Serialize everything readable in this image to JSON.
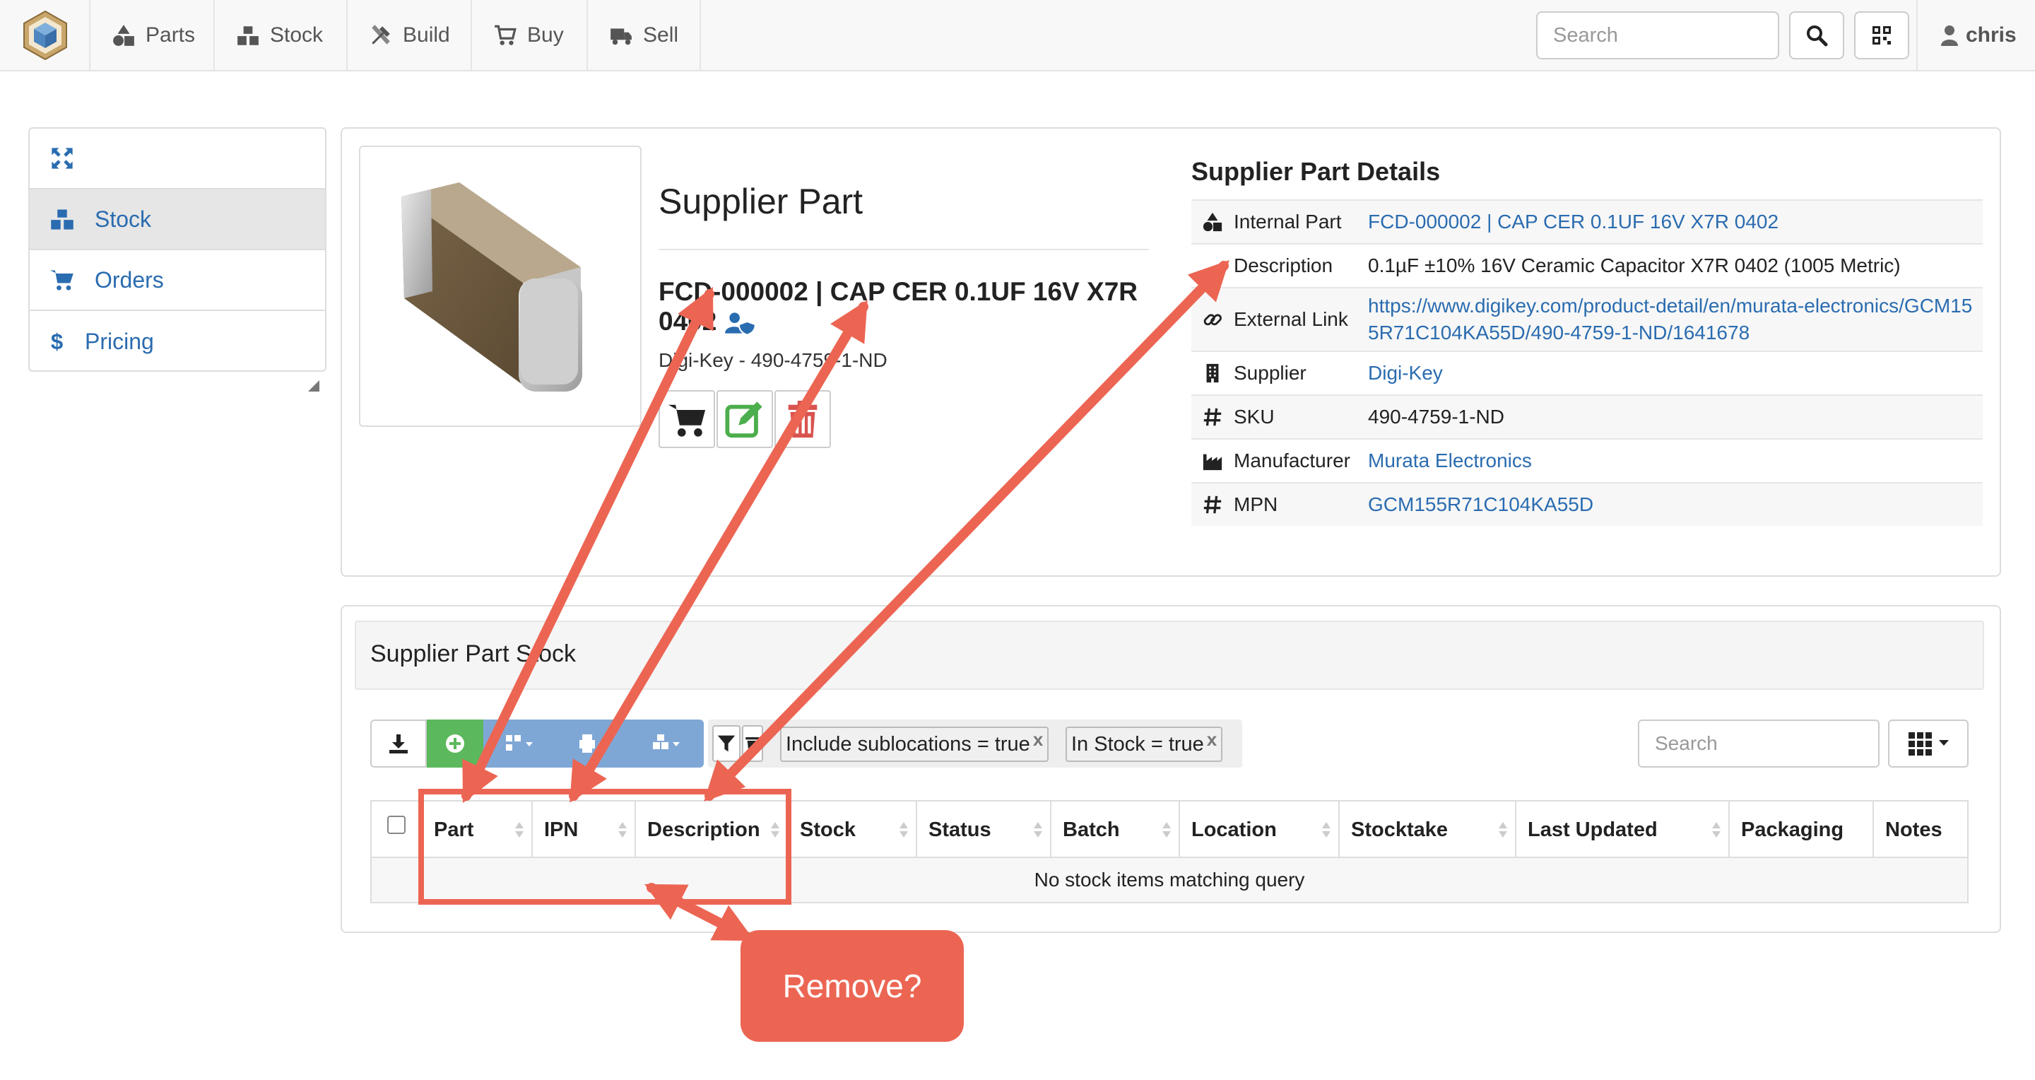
{
  "navbar": {
    "items": [
      {
        "label": "Parts",
        "icon": "shapes-icon"
      },
      {
        "label": "Stock",
        "icon": "boxes-icon"
      },
      {
        "label": "Build",
        "icon": "tools-icon"
      },
      {
        "label": "Buy",
        "icon": "cart-icon"
      },
      {
        "label": "Sell",
        "icon": "truck-icon"
      }
    ],
    "search_placeholder": "Search",
    "user": "chris"
  },
  "sidebar": {
    "items": [
      {
        "label": "",
        "icon": "expand-icon"
      },
      {
        "label": "Stock",
        "icon": "boxes-icon",
        "active": true
      },
      {
        "label": "Orders",
        "icon": "cart-icon"
      },
      {
        "label": "Pricing",
        "icon": "dollar-icon"
      }
    ]
  },
  "supplier_part": {
    "page_title": "Supplier Part",
    "part_name": "FCD-000002 | CAP CER 0.1UF 16V X7R 0402",
    "supplier_sku": "Digi-Key - 490-4759-1-ND"
  },
  "details": {
    "title": "Supplier Part Details",
    "rows": [
      {
        "label": "Internal Part",
        "value": "FCD-000002 | CAP CER 0.1UF 16V X7R 0402",
        "link": true,
        "icon": "shapes-icon"
      },
      {
        "label": "Description",
        "value": "0.1µF ±10% 16V Ceramic Capacitor X7R 0402 (1005 Metric)",
        "link": false,
        "icon": "info-icon"
      },
      {
        "label": "External Link",
        "value": "https://www.digikey.com/product-detail/en/murata-electronics/GCM155R71C104KA55D/490-4759-1-ND/1641678",
        "link": true,
        "icon": "link-icon"
      },
      {
        "label": "Supplier",
        "value": "Digi-Key",
        "link": true,
        "icon": "building-icon"
      },
      {
        "label": "SKU",
        "value": "490-4759-1-ND",
        "link": false,
        "icon": "hash-icon"
      },
      {
        "label": "Manufacturer",
        "value": "Murata Electronics",
        "link": true,
        "icon": "industry-icon"
      },
      {
        "label": "MPN",
        "value": "GCM155R71C104KA55D",
        "link": true,
        "icon": "hash-icon"
      }
    ]
  },
  "stock_panel": {
    "title": "Supplier Part Stock",
    "filters": [
      "Include sublocations = true",
      "In Stock = true"
    ],
    "search_placeholder": "Search",
    "columns": [
      "Part",
      "IPN",
      "Description",
      "Stock",
      "Status",
      "Batch",
      "Location",
      "Stocktake",
      "Last Updated",
      "Packaging",
      "Notes"
    ],
    "empty_message": "No stock items matching query"
  },
  "annotation": {
    "callout": "Remove?",
    "color": "#ec6553"
  }
}
